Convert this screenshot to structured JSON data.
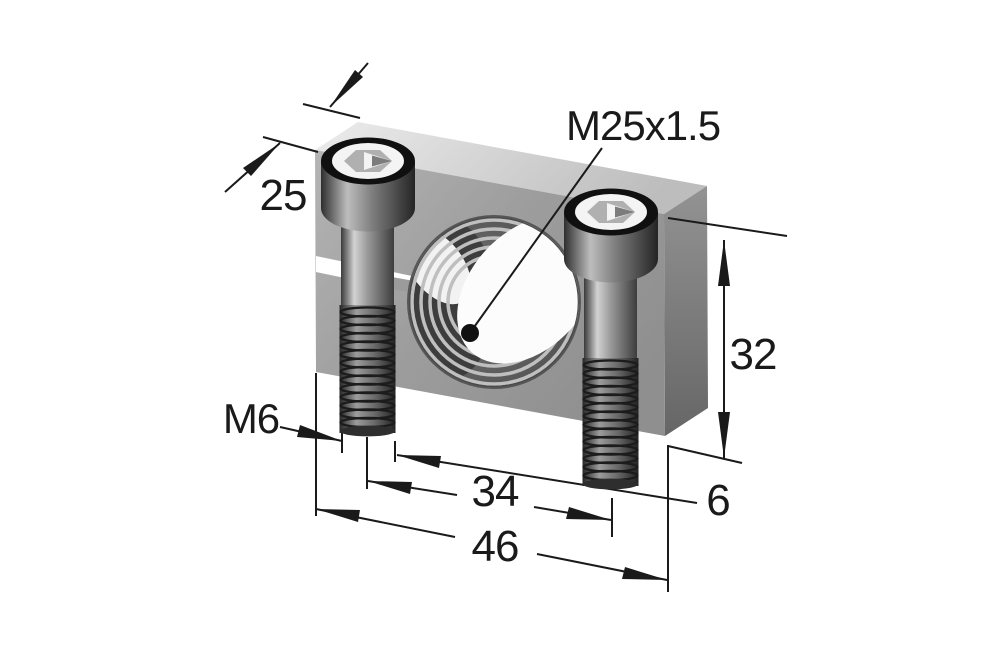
{
  "drawing": {
    "dimensions": {
      "depth": "25",
      "height": "32",
      "bolt_spacing": "34",
      "overall_width": "46",
      "protrusion": "6"
    },
    "labels": {
      "hole_thread": "M25x1.5",
      "screw_thread": "M6"
    },
    "colors": {
      "background": "#ffffff",
      "line": "#1a1a1a",
      "block_top": "#d9d9d9",
      "block_front": "#9c9c9c",
      "block_side": "#7a7a7a"
    }
  }
}
